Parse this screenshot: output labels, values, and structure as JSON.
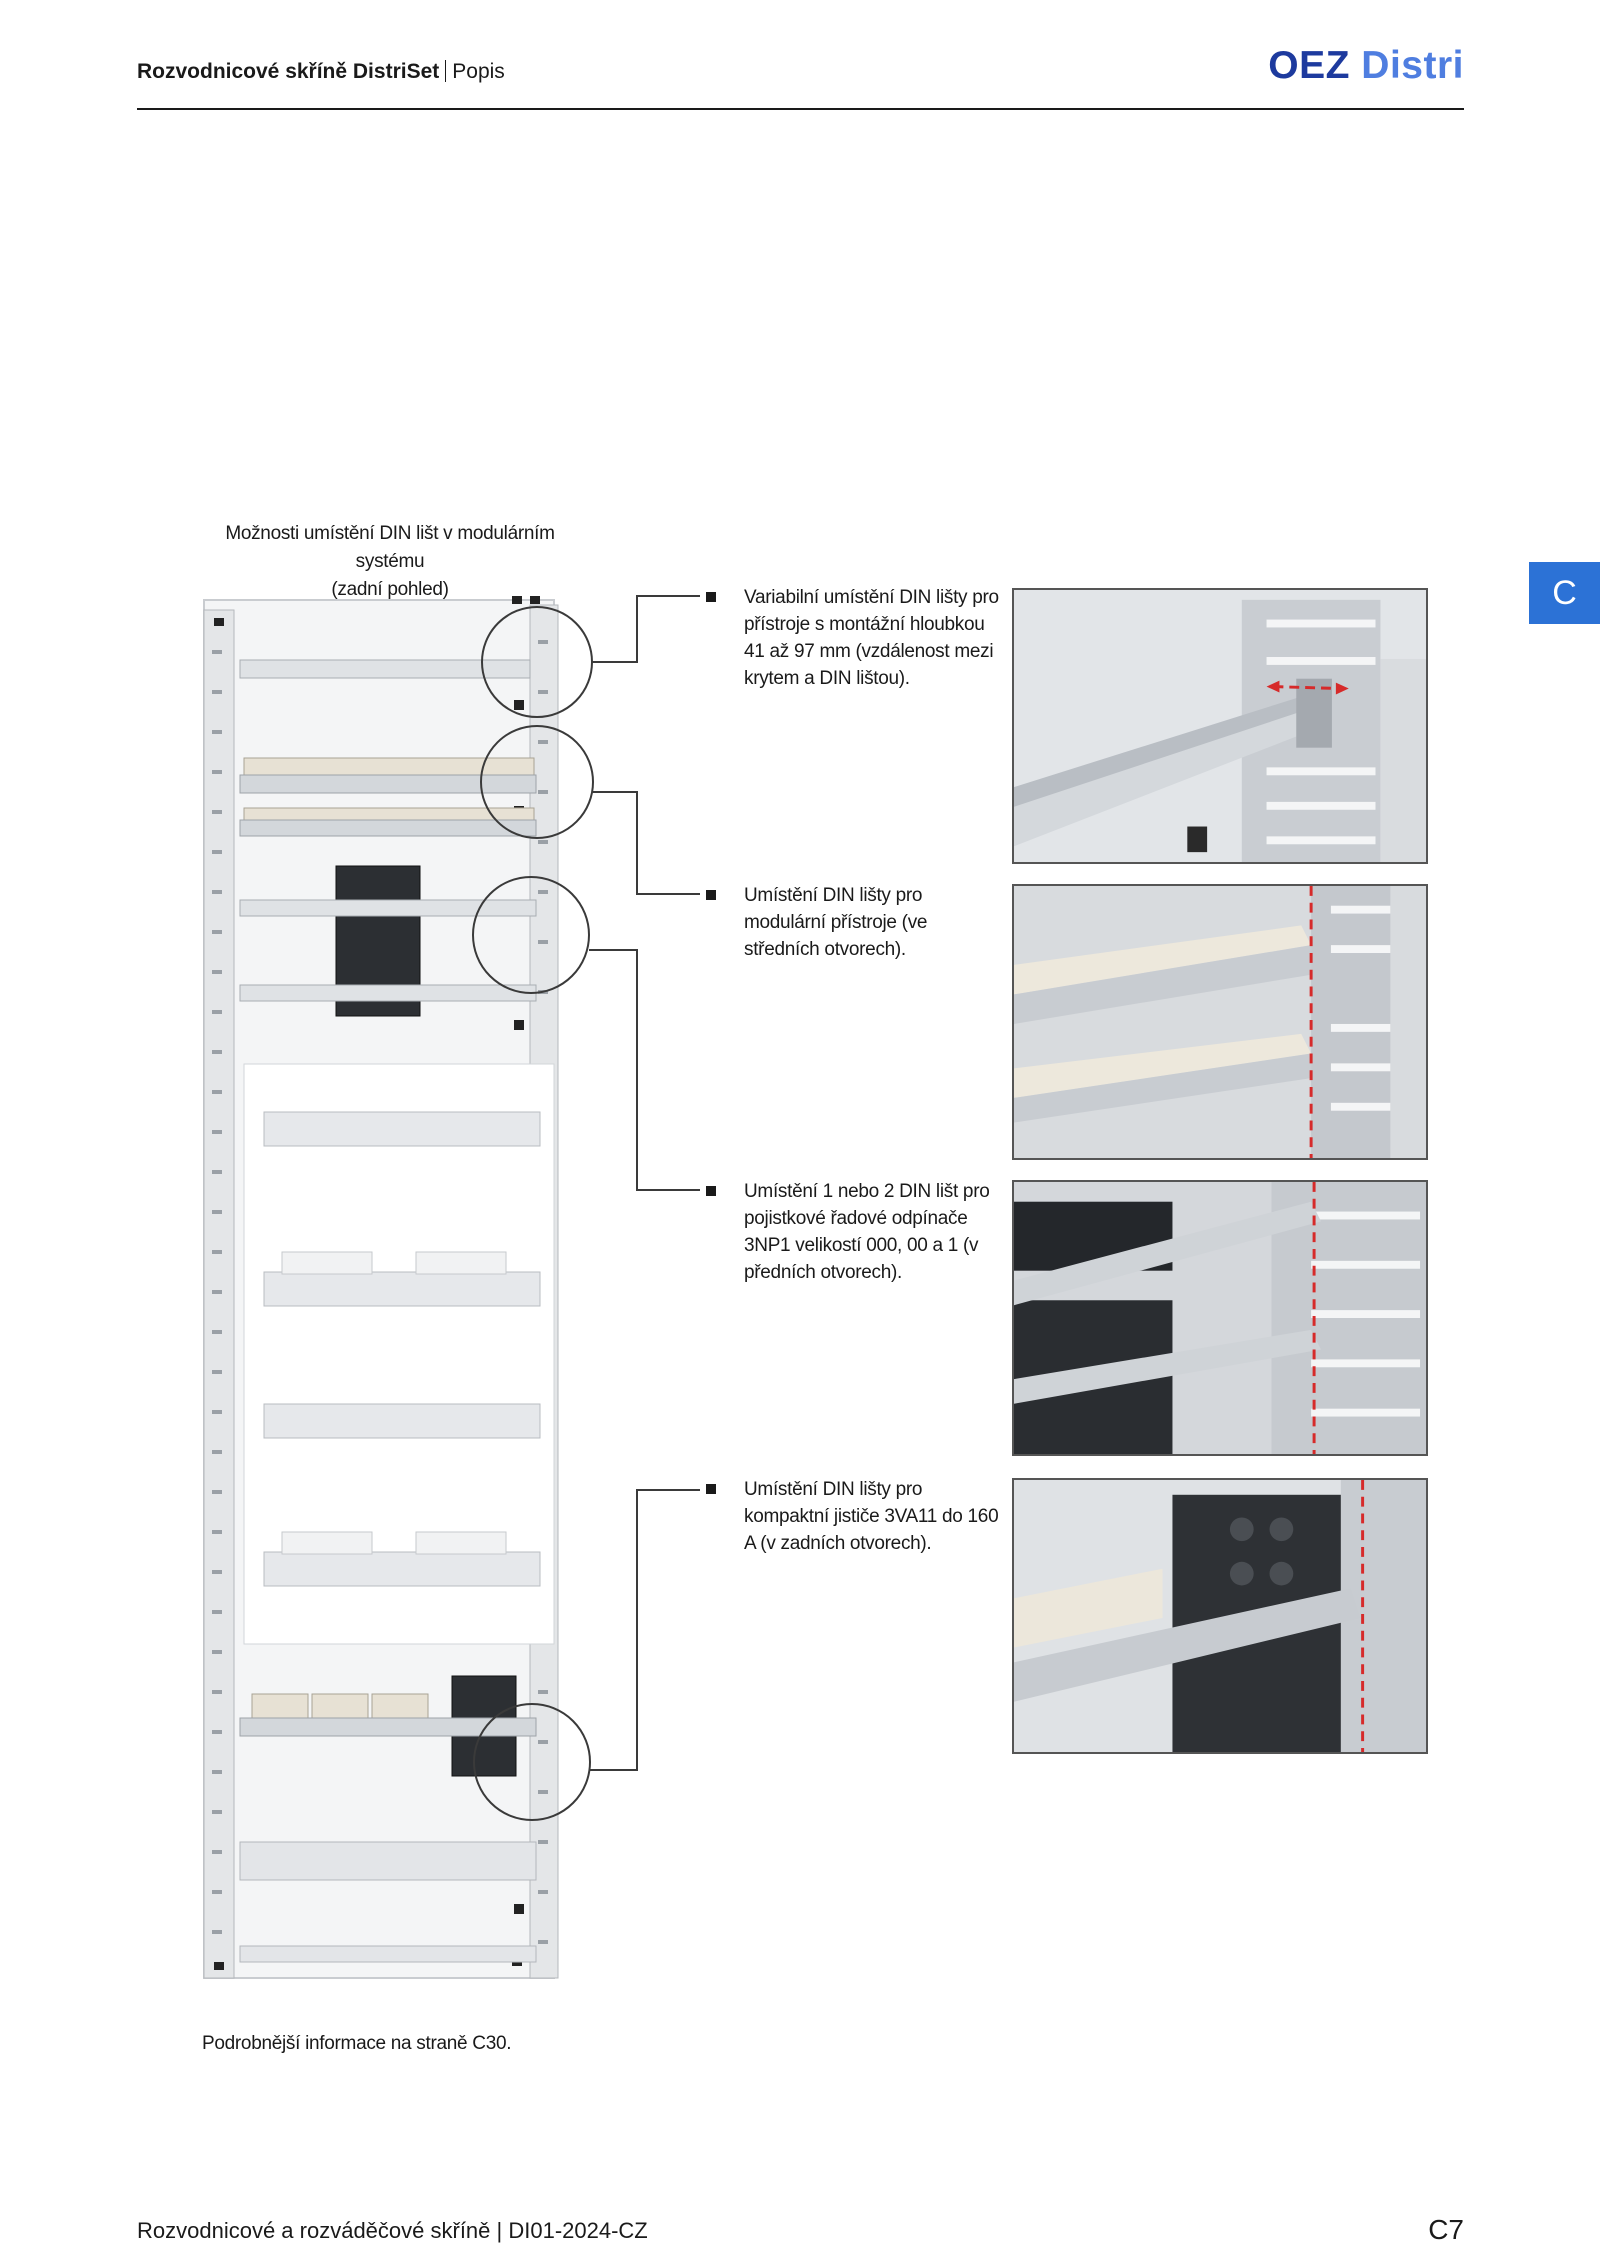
{
  "header": {
    "title_bold": "Rozvodnicové skříně DistriSet",
    "title_rest": "Popis",
    "logo_oez": "OEZ",
    "logo_distri": "Distri"
  },
  "section_tab": "C",
  "cabinet": {
    "caption_line1": "Možnosti umístění DIN lišt v modulárním systému",
    "caption_line2": "(zadní pohled)"
  },
  "bullets": [
    {
      "text": "Variabilní umístění DIN lišty pro přístroje s montážní hloubkou 41 až 97 mm (vzdálenost mezi krytem a DIN lištou)."
    },
    {
      "text": "Umístění DIN lišty pro modulární přístroje (ve středních otvorech)."
    },
    {
      "text": "Umístění 1 nebo 2 DIN lišt pro pojistkové řadové odpínače 3NP1 velikostí 000, 00 a 1 (v předních otvorech)."
    },
    {
      "text": "Umístění DIN lišty pro kompaktní jističe 3VA11 do 160 A (v zadních otvorech)."
    }
  ],
  "footnote": "Podrobnější informace na straně C30.",
  "footer": {
    "left": "Rozvodnicové a rozváděčové skříně | DI01-2024-CZ",
    "page": "C7"
  },
  "colors": {
    "accent_blue": "#2c72d6",
    "logo_dark": "#1d3a9e",
    "logo_light": "#4f7ee0",
    "marker_red": "#d62a2a"
  }
}
